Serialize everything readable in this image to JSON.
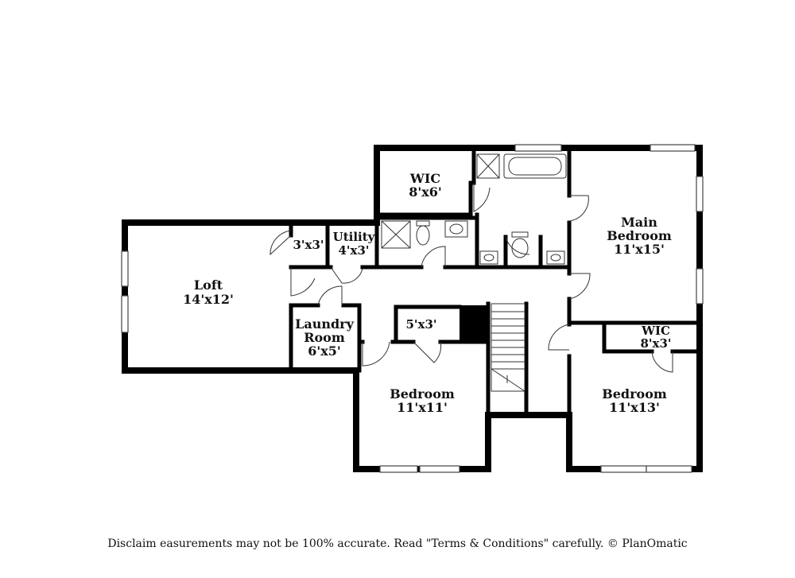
{
  "rooms": {
    "wic_top": {
      "name": "WIC",
      "size": "8'x6'"
    },
    "main_bedroom": {
      "name_line1": "Main",
      "name_line2": "Bedroom",
      "size": "11'x15'"
    },
    "loft": {
      "name": "Loft",
      "size": "14'x12'"
    },
    "closet_3x3": {
      "size": "3'x3'"
    },
    "utility": {
      "name": "Utility",
      "size": "4'x3'"
    },
    "laundry": {
      "name_line1": "Laundry",
      "name_line2": "Room",
      "size": "6'x5'"
    },
    "closet_5x3": {
      "size": "5'x3'"
    },
    "wic_right": {
      "name": "WIC",
      "size": "8'x3'"
    },
    "bedroom_center": {
      "name": "Bedroom",
      "size": "11'x11'"
    },
    "bedroom_right": {
      "name": "Bedroom",
      "size": "11'x13'"
    }
  },
  "disclaimer": "Disclaim    easurements may not be 100% accurate. Read \"Terms & Conditions\" carefully. © PlanOmatic",
  "colors": {
    "wall": "#000000",
    "thin_line": "#333333",
    "background": "#ffffff"
  }
}
